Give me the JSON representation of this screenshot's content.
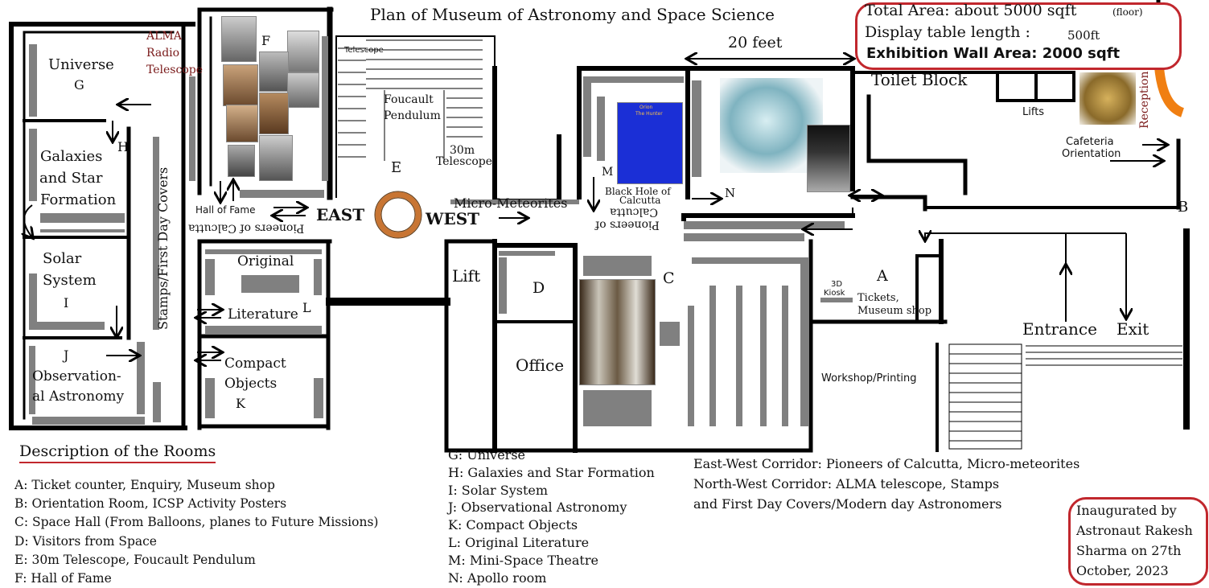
{
  "title": "Plan of Museum of Astronomy and Space Science",
  "info": {
    "total_area": "Total Area: about 5000 sqft",
    "floor_note": "(floor)",
    "table_length": "Display table length :",
    "table_value": "500ft",
    "wall_area": "Exhibition Wall Area: 2000 sqft"
  },
  "scale": "20 feet",
  "rooms": {
    "universe": "Universe",
    "g": "G",
    "h": "H",
    "galaxies": [
      "Galaxies",
      "and Star",
      "Formation"
    ],
    "solar": [
      "Solar",
      "System"
    ],
    "i": "I",
    "j": "J",
    "observational": [
      "Observation-",
      "al Astronomy"
    ],
    "alma": [
      "ALMA",
      "Radio",
      "Telescope"
    ],
    "f": "F",
    "hall_of_fame": "Hall of Fame",
    "stamps": "Stamps/First Day Covers",
    "pioneers_west": "Pioneers of Calcutta",
    "original": "Original",
    "literature": "Literature",
    "l": "L",
    "compact": [
      "Compact",
      "Objects"
    ],
    "k": "K",
    "telescope_small": "Telescope",
    "foucault": [
      "Foucault",
      "Pendulum"
    ],
    "thirty_m": [
      "30m",
      "Telescope"
    ],
    "e": "E",
    "east": "EAST",
    "west": "WEST",
    "micro_meteorites": "Micro-Meteorites",
    "m": "M",
    "orion": [
      "Orion",
      "The Hunter"
    ],
    "black_hole": [
      "Black Hole of",
      "Calcutta"
    ],
    "pioneers_east": [
      "Pioneers of",
      "Calcutta"
    ],
    "n": "N",
    "toilet": "Toilet Block",
    "lifts": "Lifts",
    "reception": "Reception",
    "cafeteria": [
      "Cafeteria",
      "Orientation"
    ],
    "b": "B",
    "lift": "Lift",
    "d": "D",
    "office": "Office",
    "c": "C",
    "kiosk": [
      "3D",
      "Kiosk"
    ],
    "a": "A",
    "tickets": [
      "Tickets,",
      "Museum shop"
    ],
    "workshop": "Workshop/Printing",
    "entrance": "Entrance",
    "exit": "Exit"
  },
  "description_heading": "Description of the Rooms",
  "legend_col1": [
    "A: Ticket counter, Enquiry, Museum shop",
    "B: Orientation Room, ICSP Activity Posters",
    "C:  Space Hall  (From Balloons, planes to Future Missions)",
    "D:  Visitors from Space",
    "E: 30m Telescope, Foucault Pendulum",
    "F:  Hall of Fame"
  ],
  "legend_col2": [
    "G: Universe",
    "H: Galaxies and Star Formation",
    "I: Solar System",
    "J: Observational Astronomy",
    "K: Compact Objects",
    "L: Original Literature",
    "M: Mini-Space Theatre",
    "N: Apollo room"
  ],
  "corridors": [
    "East-West Corridor: Pioneers of Calcutta, Micro-meteorites",
    "North-West Corridor: ALMA telescope, Stamps",
    "and First Day Covers/Modern day Astronomers"
  ],
  "inauguration": [
    "Inaugurated by",
    "Astronaut Rakesh",
    "Sharma on 27th",
    "October, 2023"
  ],
  "colors": {
    "wall": "#000000",
    "table": "#808080",
    "accent_red": "#c1272d",
    "maroon": "#7a1a1a",
    "ring": "#c87533",
    "orange": "#f07f12"
  }
}
